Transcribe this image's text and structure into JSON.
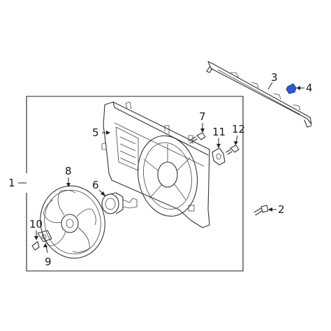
{
  "callouts": [
    {
      "id": "1",
      "label": "1"
    },
    {
      "id": "2",
      "label": "2"
    },
    {
      "id": "3",
      "label": "3"
    },
    {
      "id": "4",
      "label": "4"
    },
    {
      "id": "5",
      "label": "5"
    },
    {
      "id": "6",
      "label": "6"
    },
    {
      "id": "7",
      "label": "7"
    },
    {
      "id": "8",
      "label": "8"
    },
    {
      "id": "9",
      "label": "9"
    },
    {
      "id": "10",
      "label": "10"
    },
    {
      "id": "11",
      "label": "11"
    },
    {
      "id": "12",
      "label": "12"
    }
  ],
  "colors": {
    "line": "#333333",
    "highlight": "#2a5bd7"
  }
}
